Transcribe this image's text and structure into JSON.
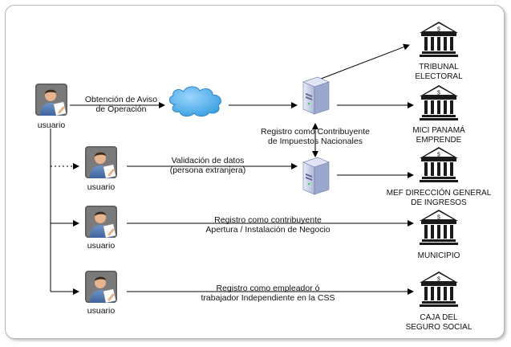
{
  "actors": [
    {
      "label": "usuario"
    },
    {
      "label": "usuario"
    },
    {
      "label": "usuario"
    },
    {
      "label": "usuario"
    }
  ],
  "flows": [
    {
      "lines": [
        "Obtención de Aviso",
        "de Operación"
      ]
    },
    {
      "lines": [
        "Registro como Contribuyente",
        "de Impuestos Nacionales"
      ]
    },
    {
      "lines": [
        "Validación de datos",
        "(persona extranjera)"
      ]
    },
    {
      "lines": [
        "Registro como contribuyente",
        "Apertura / Instalación de Negocio"
      ]
    },
    {
      "lines": [
        "Registro como empleador ó",
        "trabajador Independiente en la CSS"
      ]
    }
  ],
  "institutions": [
    {
      "lines": [
        "TRIBUNAL",
        "ELECTORAL"
      ]
    },
    {
      "lines": [
        "MICI PANAMÁ",
        "EMPRENDE"
      ]
    },
    {
      "lines": [
        "MEF DIRECCIÓN GENERAL",
        "DE INGRESOS"
      ]
    },
    {
      "lines": [
        "MUNICIPIO"
      ]
    },
    {
      "lines": [
        "CAJA DEL",
        "SEGURO SOCIAL"
      ]
    }
  ],
  "colors": {
    "cloud": "#5fb6ee",
    "server": "#c7cfe6",
    "bank": "#1a1a1a",
    "line": "#000000"
  },
  "icons": {
    "actor": "person-with-document-icon",
    "cloud": "cloud-icon",
    "server": "server-icon",
    "institution": "bank-building-icon"
  }
}
